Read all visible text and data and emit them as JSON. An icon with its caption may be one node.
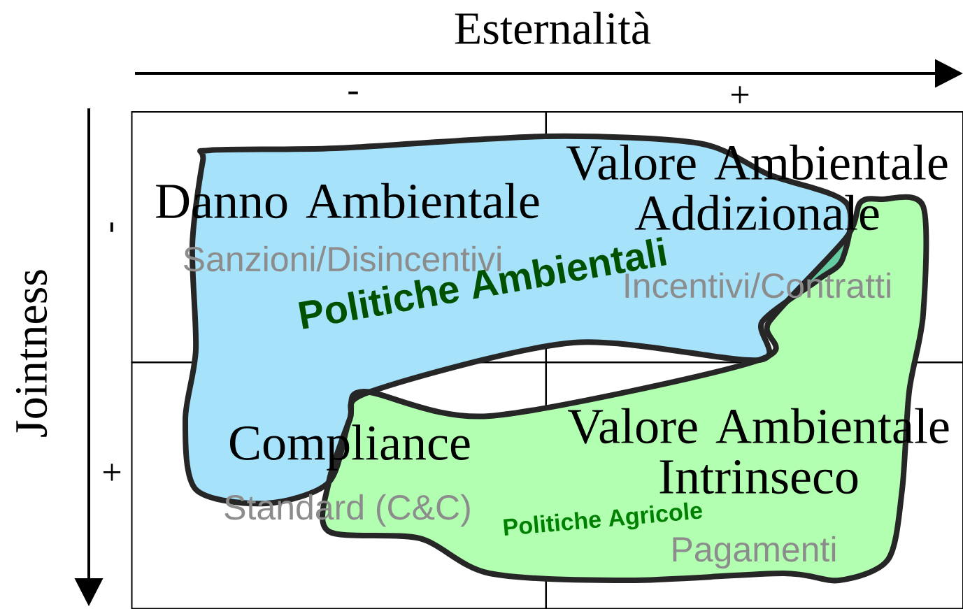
{
  "diagram": {
    "nodes": [
      {
        "text": [
          "Danno Ambientale",
          "Sanzioni/Disincentivi"
        ]
      },
      {
        "text": [
          "Valore Ambientale Addizionale",
          "Incentivi/Contratti"
        ]
      },
      {
        "text": [
          "Compliance",
          "Standard (C&C)"
        ]
      },
      {
        "text": [
          "Valore Ambientale Intrinseco",
          "Pagamenti"
        ]
      },
      {
        "text": [
          "Politiche Ambientali"
        ]
      },
      {
        "text": [
          "Politiche Agricole"
        ]
      }
    ],
    "labels": [
      "Esternalità",
      "-",
      "+",
      "Jointness",
      "-",
      "+"
    ]
  }
}
